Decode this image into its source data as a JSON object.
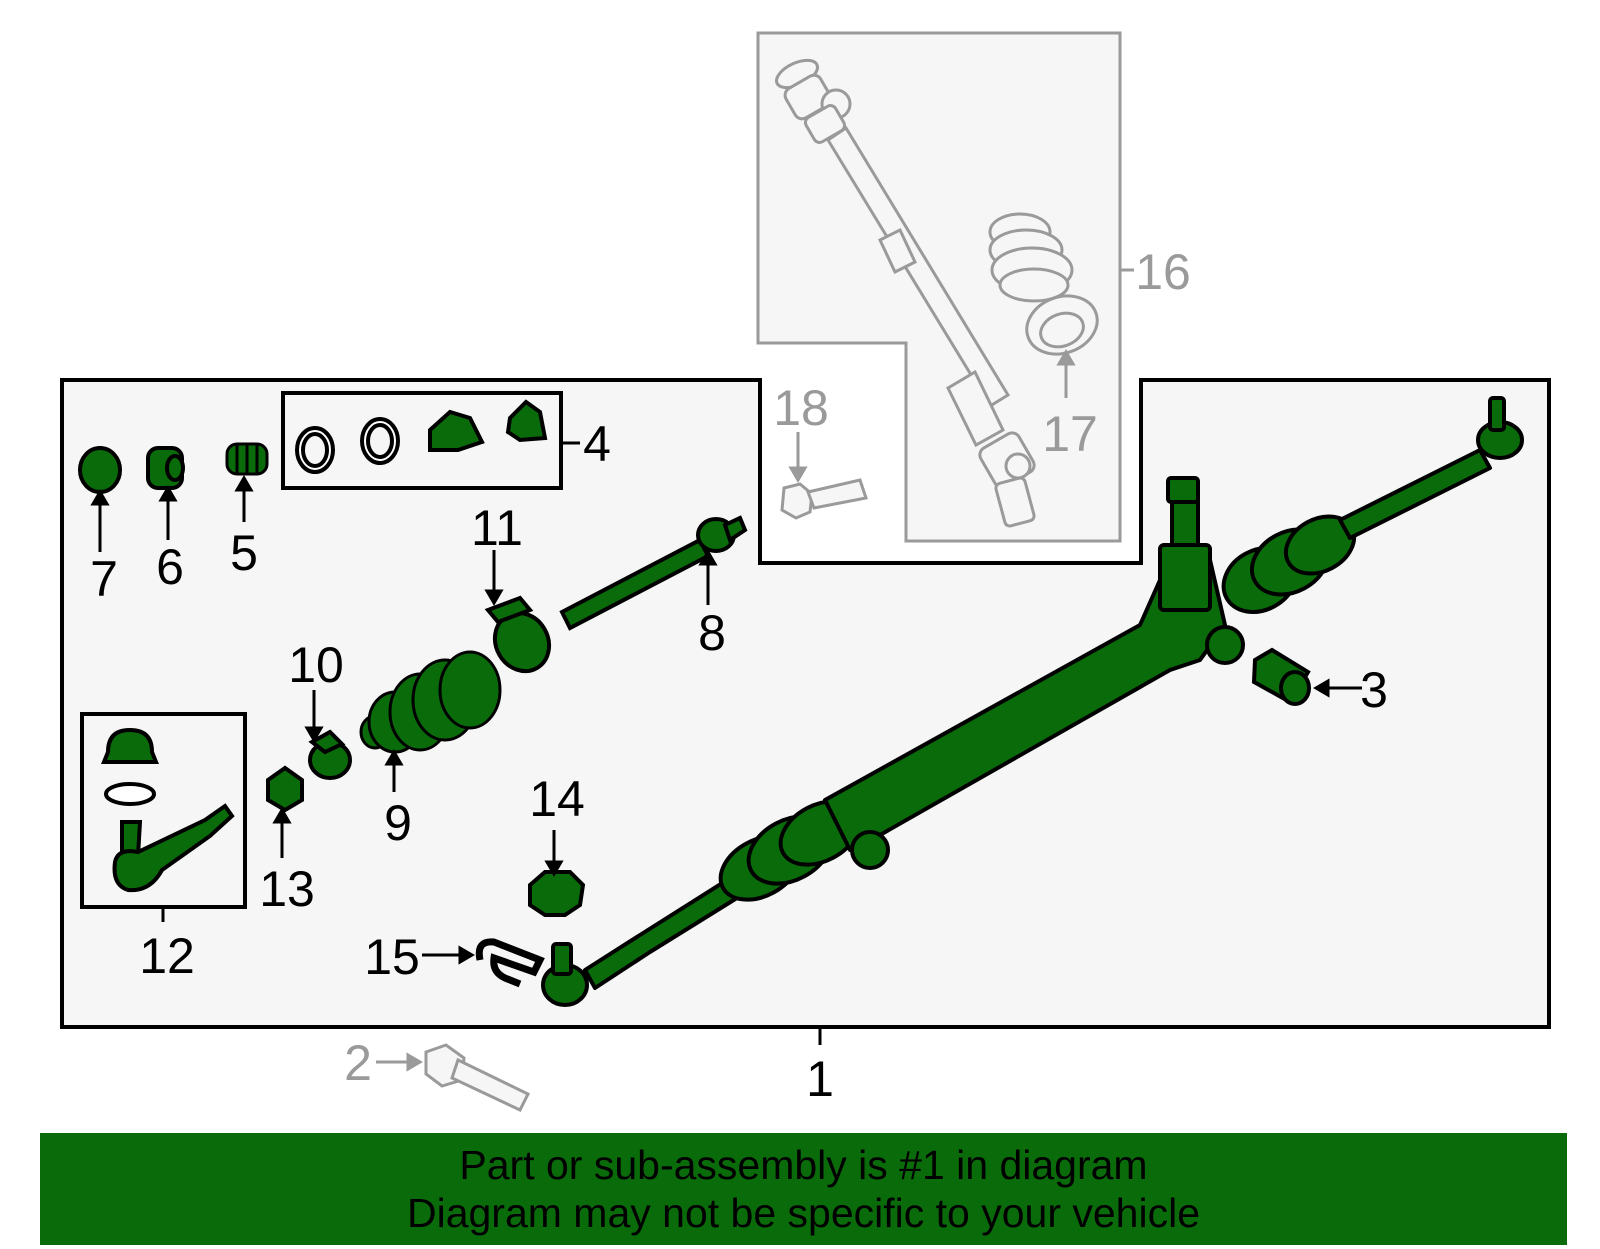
{
  "colors": {
    "part_fill": "#0a6b0a",
    "outline": "#000000",
    "ghost": "#9a9a9a",
    "panel_bg": "#f6f6f6",
    "banner_bg": "#0a6b0a"
  },
  "callouts": {
    "c1": "1",
    "c2": "2",
    "c3": "3",
    "c4": "4",
    "c5": "5",
    "c6": "6",
    "c7": "7",
    "c8": "8",
    "c9": "9",
    "c10": "10",
    "c11": "11",
    "c12": "12",
    "c13": "13",
    "c14": "14",
    "c15": "15",
    "c16": "16",
    "c17": "17",
    "c18": "18"
  },
  "banner": {
    "line1": "Part or sub-assembly is #1 in diagram",
    "line2": "Diagram may not be specific to your vehicle"
  }
}
